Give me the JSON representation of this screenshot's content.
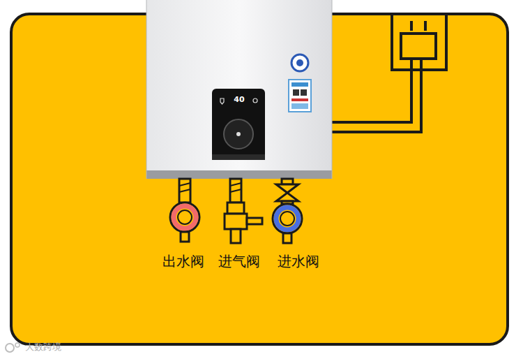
{
  "diagram": {
    "labels": [
      "40",
      "出水阀",
      "进气阀",
      "进水阀",
      "大数跨境"
    ]
  }
}
